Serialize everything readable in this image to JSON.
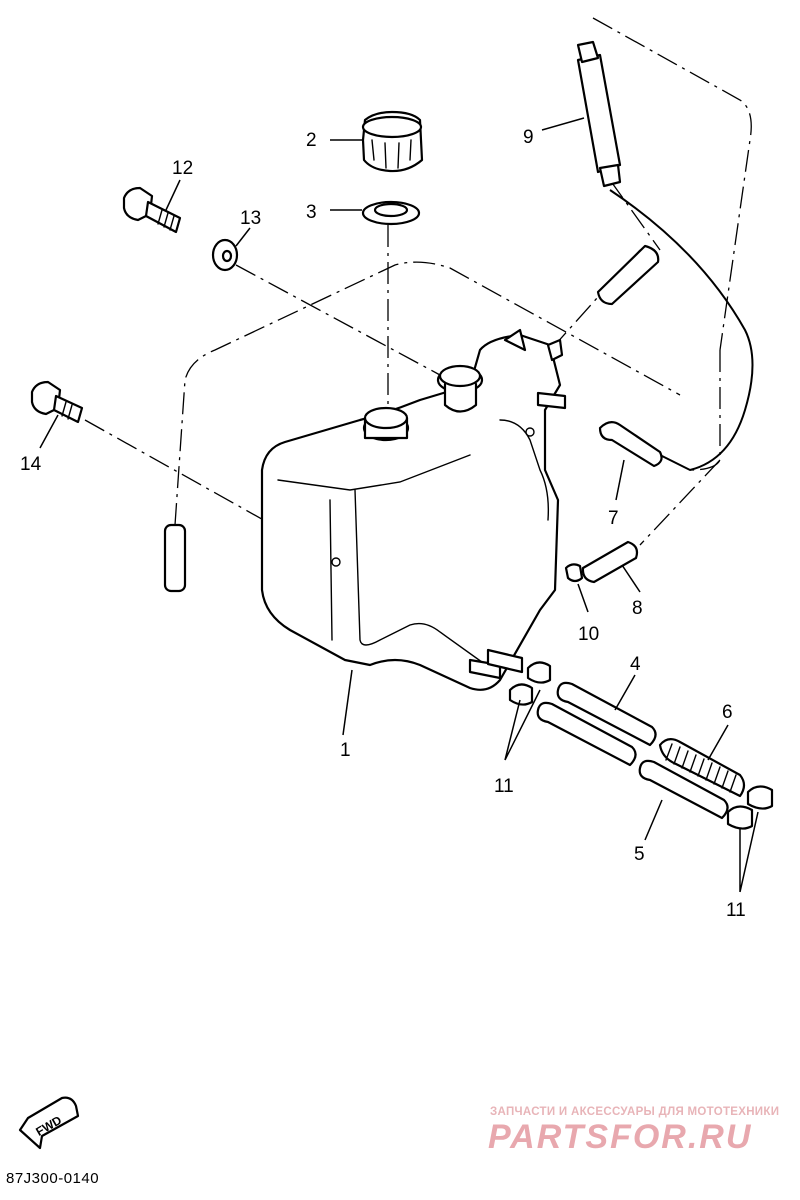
{
  "diagram": {
    "drawing_code": "87J300-0140",
    "fwd_label": "FWD",
    "watermark_line1": "ЗАПЧАСТИ И АКСЕССУАРЫ ДЛЯ МОТОТЕХНИКИ",
    "watermark_line2": "PARTSFOR.RU",
    "callouts": [
      {
        "id": "c1",
        "label": "1"
      },
      {
        "id": "c2",
        "label": "2"
      },
      {
        "id": "c3",
        "label": "3"
      },
      {
        "id": "c4",
        "label": "4"
      },
      {
        "id": "c5",
        "label": "5"
      },
      {
        "id": "c6",
        "label": "6"
      },
      {
        "id": "c7",
        "label": "7"
      },
      {
        "id": "c8",
        "label": "8"
      },
      {
        "id": "c9",
        "label": "9"
      },
      {
        "id": "c10",
        "label": "10"
      },
      {
        "id": "c11a",
        "label": "11"
      },
      {
        "id": "c11b",
        "label": "11"
      },
      {
        "id": "c12",
        "label": "12"
      },
      {
        "id": "c13",
        "label": "13"
      },
      {
        "id": "c14",
        "label": "14"
      }
    ]
  }
}
